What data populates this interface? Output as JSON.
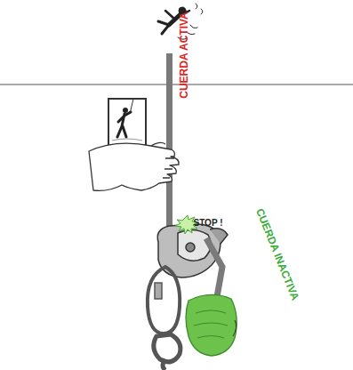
{
  "diagram": {
    "labels": [
      "CUERDA ACTIVA",
      "STOP !",
      "CUERDA INACTIVA"
    ]
  }
}
